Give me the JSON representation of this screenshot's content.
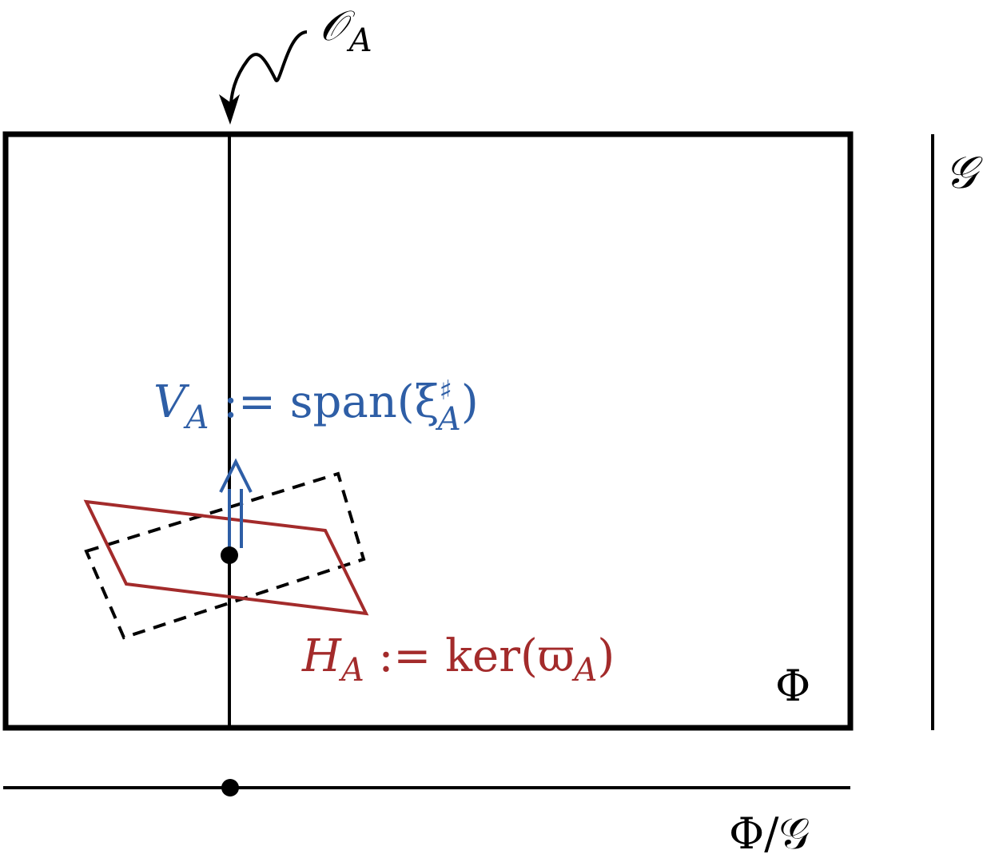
{
  "labels": {
    "orbit": {
      "main": "𝒪",
      "sub": "A"
    },
    "group": "𝒢",
    "total_space": "Φ",
    "quotient": "Φ/𝒢",
    "vertical": {
      "main": "V",
      "sub": "A",
      "def": " := span(ξ",
      "sup": "♯",
      "sub2": "A",
      "close": ")"
    },
    "horizontal": {
      "main": "H",
      "sub": "A",
      "def": " := ker(ϖ",
      "sub2": "A",
      "close": ")"
    }
  },
  "colors": {
    "vertical": "#2e5ea6",
    "horizontal": "#a32b2b",
    "ink": "#000000"
  }
}
